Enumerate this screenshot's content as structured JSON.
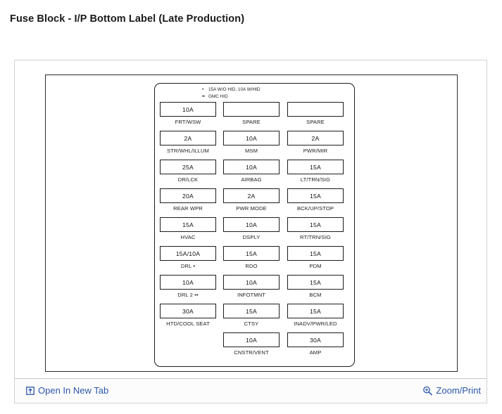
{
  "page": {
    "title": "Fuse Block - I/P Bottom Label (Late Production)"
  },
  "colors": {
    "link": "#2b56a8",
    "panel_border": "#d2d2d2",
    "diagram_stroke": "#1d1d1d",
    "title_text": "#1a1a1a"
  },
  "diagram": {
    "legend": [
      {
        "bullets": "•",
        "text": "15A W/O HID, 10A W/HID"
      },
      {
        "bullets": "••",
        "text": "GMC HID"
      }
    ],
    "rows": [
      [
        {
          "rating": "10A",
          "label": "FRT/WSW"
        },
        {
          "rating": "",
          "label": "SPARE"
        },
        {
          "rating": "",
          "label": "SPARE"
        }
      ],
      [
        {
          "rating": "2A",
          "label": "STR/WHL/ILLUM"
        },
        {
          "rating": "10A",
          "label": "MSM"
        },
        {
          "rating": "2A",
          "label": "PWR/MIR"
        }
      ],
      [
        {
          "rating": "25A",
          "label": "DR/LCK"
        },
        {
          "rating": "10A",
          "label": "AIRBAG"
        },
        {
          "rating": "15A",
          "label": "LT/TRN/SIG"
        }
      ],
      [
        {
          "rating": "20A",
          "label": "REAR WPR"
        },
        {
          "rating": "2A",
          "label": "PWR MODE"
        },
        {
          "rating": "15A",
          "label": "BCK/UP/STOP"
        }
      ],
      [
        {
          "rating": "15A",
          "label": "HVAC"
        },
        {
          "rating": "10A",
          "label": "DSPLY"
        },
        {
          "rating": "15A",
          "label": "RT/TRN/SIG"
        }
      ],
      [
        {
          "rating": "15A/10A",
          "label": "DRL •"
        },
        {
          "rating": "15A",
          "label": "RDO"
        },
        {
          "rating": "15A",
          "label": "PDM"
        }
      ],
      [
        {
          "rating": "10A",
          "label": "DRL 2 ••"
        },
        {
          "rating": "10A",
          "label": "INFOTMNT"
        },
        {
          "rating": "15A",
          "label": "BCM"
        }
      ],
      [
        {
          "rating": "30A",
          "label": "HTD/COOL SEAT"
        },
        {
          "rating": "15A",
          "label": "CTSY"
        },
        {
          "rating": "15A",
          "label": "INADV/PWR/LED"
        }
      ],
      [
        {
          "rating": "",
          "label": "",
          "empty": true
        },
        {
          "rating": "10A",
          "label": "CNSTR/VENT"
        },
        {
          "rating": "30A",
          "label": "AMP"
        }
      ]
    ]
  },
  "footer": {
    "open_new_tab_label": "Open In New Tab",
    "zoom_print_label": "Zoom/Print"
  }
}
